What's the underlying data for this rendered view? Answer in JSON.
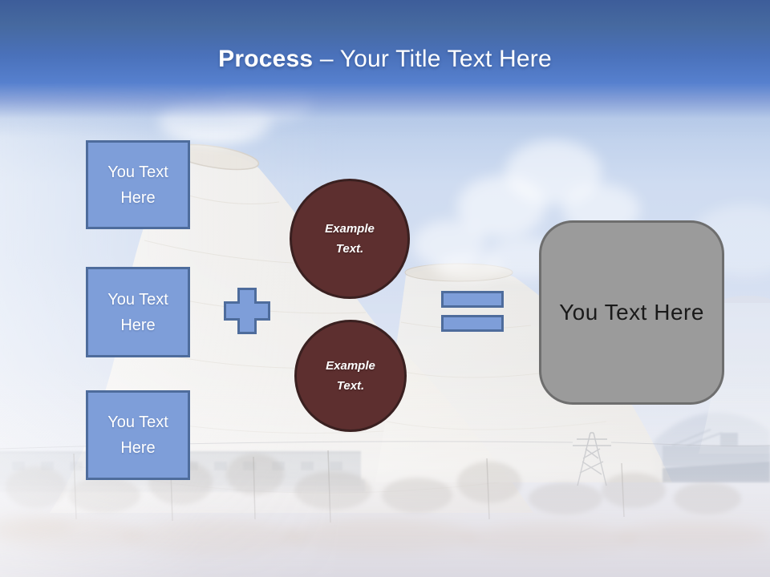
{
  "title": {
    "bold": "Process",
    "rest": " – Your Title Text Here"
  },
  "input_boxes": [
    {
      "label": "You Text\nHere"
    },
    {
      "label": "You Text\nHere"
    },
    {
      "label": "You Text\nHere"
    }
  ],
  "example_circles": [
    {
      "label": "Example\nText."
    },
    {
      "label": "Example\nText."
    }
  ],
  "result_box": {
    "label": "You Text Here"
  },
  "colors": {
    "shape_blue": "#7E9ED9",
    "shape_blue_border": "#4E6C9C",
    "circle_fill": "#5D2F2F",
    "circle_border": "#3A2020",
    "gray_fill": "#9B9B9B",
    "gray_border": "#6E6E6E",
    "title_color": "#FFFFFF",
    "text_dark": "#1A1A1A",
    "header_blue_top": "#3D5D9A",
    "header_blue_mid": "#5680CE"
  }
}
